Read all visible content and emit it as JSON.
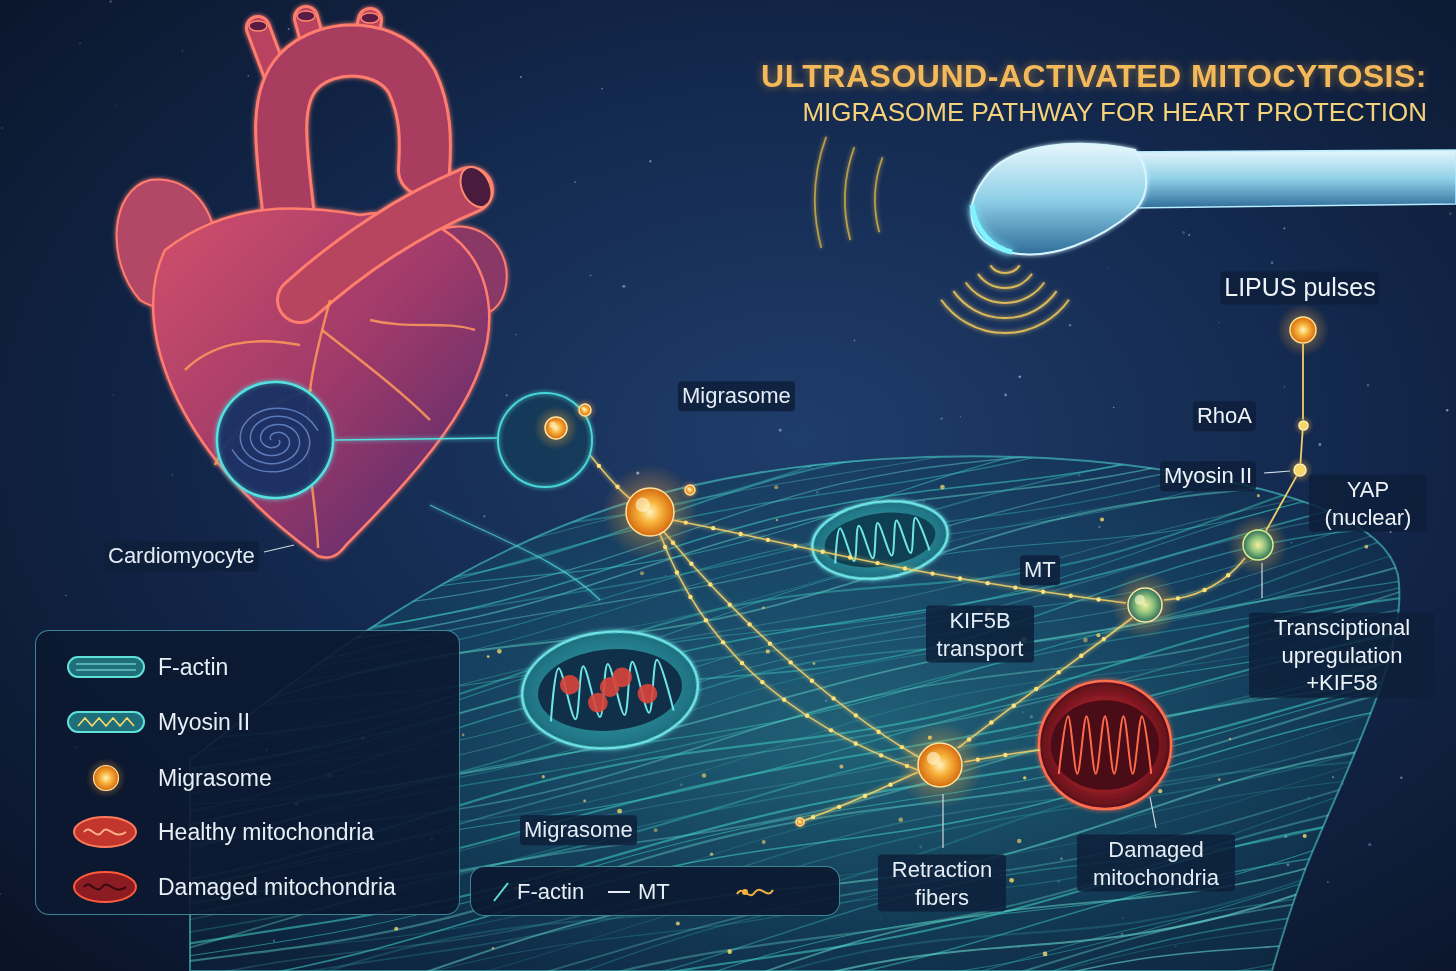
{
  "diagram": {
    "title": "ULTRASOUND-ACTIVATED MITOCYTOSIS:",
    "nodes": [
      {
        "text": [
          "LIPUS pulses"
        ]
      },
      {
        "text": [
          "RhoA"
        ]
      },
      {
        "text": [
          "Myosin II"
        ]
      },
      {
        "text": [
          "YAP (nuclear)",
          "Transciptional upregulation +KIF58"
        ]
      }
    ],
    "edges": [
      {
        "from": 0,
        "to": 1,
        "arrow": "none"
      },
      {
        "from": 1,
        "to": 2,
        "arrow": "none"
      },
      {
        "from": 2,
        "to": 3,
        "arrow": "none"
      }
    ],
    "labels": [
      "MIGRASOME PATHWAY FOR HEART PROTECTION",
      "Migrasome",
      "Cardiomyocyte",
      "MT",
      "KIF5B transport",
      "Migrasome",
      "Retraction fibers",
      "Damaged mitochondria"
    ],
    "legend": [
      {
        "text": "F-actin"
      },
      {
        "text": "Myosin II"
      },
      {
        "text": "Migrasome"
      },
      {
        "text": "Healthy mitochondria"
      },
      {
        "text": "Damaged mitochondria"
      },
      {
        "text": "F-actin"
      },
      {
        "text": "MT"
      }
    ]
  }
}
